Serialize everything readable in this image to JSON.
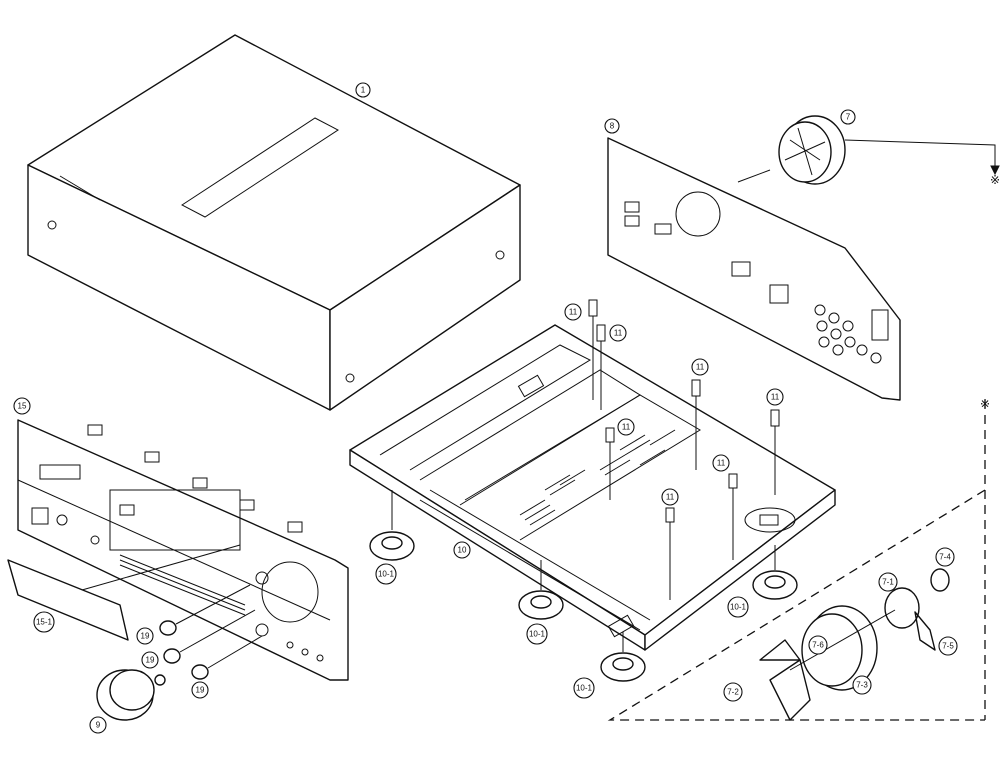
{
  "callouts": {
    "c1": "1",
    "c7": "7",
    "c8": "8",
    "c11a": "11",
    "c11b": "11",
    "c11c": "11",
    "c11d": "11",
    "c11e": "11",
    "c11f": "11",
    "c11g": "11",
    "c15": "15",
    "c15_1": "15-1",
    "c10": "10",
    "c10_1a": "10-1",
    "c10_1b": "10-1",
    "c10_1c": "10-1",
    "c10_1d": "10-1",
    "c19a": "19",
    "c19b": "19",
    "c19c": "19",
    "c9": "9",
    "c7_1": "7-1",
    "c7_2": "7-2",
    "c7_3": "7-3",
    "c7_4": "7-4",
    "c7_5": "7-5",
    "c7_6": "7-6"
  },
  "markers": {
    "ref_top": "※",
    "ref_side": "※"
  }
}
